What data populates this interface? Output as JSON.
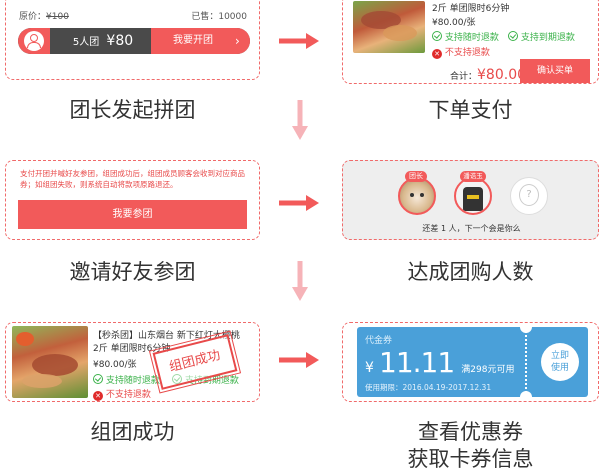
{
  "steps": {
    "s1": {
      "caption": "团长发起拼团",
      "orig_label": "原价：",
      "orig_price": "¥100",
      "sold": "已售：10000",
      "group_size": "5人团",
      "group_price": "¥80",
      "open_btn": "我要开团"
    },
    "s2": {
      "caption": "下单支付",
      "title": "2斤 单团限时6分钟",
      "price": "¥80.00/张",
      "refund_any": "支持随时退款",
      "refund_expire": "支持到期退款",
      "no_refund": "不支持退款",
      "total_label": "合计：",
      "total": "¥80.00",
      "buy_btn": "确认买单"
    },
    "s3": {
      "caption": "邀请好友参团",
      "text": "支付开团并喊好友参团，组团成功后，组团成员顾客会收到对应商品券；如组团失败，则系统自动将款项原路退还。",
      "join_btn": "我要参团"
    },
    "s4": {
      "caption": "达成团购人数",
      "leader_tag": "团长",
      "member_tag": "潘诰玉",
      "status": "还差 1 人，下一个会是你么"
    },
    "s5": {
      "caption": "组团成功",
      "title": "【秒杀团】山东烟台  新下红灯大樱桃",
      "sub": "2斤  单团限时6分钟",
      "price": "¥80.00/张",
      "refund_any": "支持随时退款",
      "refund_expire": "支持到期退款",
      "no_refund": "不支持退款",
      "stamp": "组团成功"
    },
    "s6": {
      "caption": "查看优惠券\n获取卡券信息",
      "type": "代金券",
      "currency": "¥",
      "amount": "11.11",
      "condition": "满298元可用",
      "validity": "使用期限：2016.04.19-2017.12.31",
      "use_btn": "立即\n使用"
    }
  },
  "colors": {
    "accent": "#f25a5a",
    "arrow": "#f25a5a",
    "arrow_down": "#f6b3b8",
    "coupon": "#4aa0d9"
  }
}
